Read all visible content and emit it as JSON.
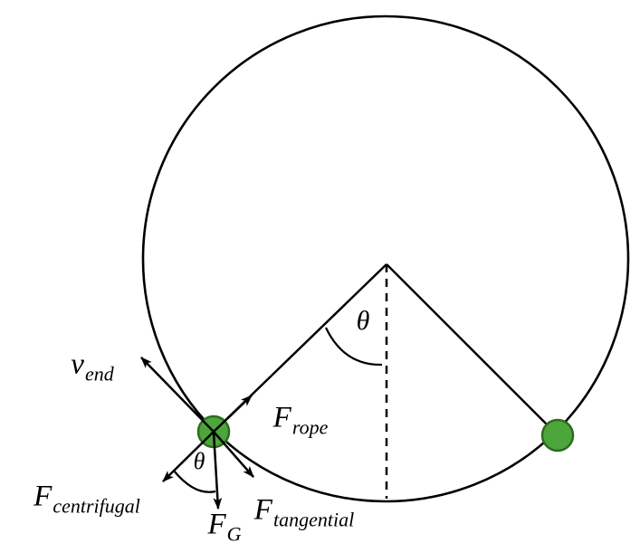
{
  "labels": {
    "v_end": {
      "main": "v",
      "sub": "end"
    },
    "F_rope": {
      "main": "F",
      "sub": "rope"
    },
    "F_centrifugal": {
      "main": "F",
      "sub": "centrifugal"
    },
    "F_G": {
      "main": "F",
      "sub": "G"
    },
    "F_tangential": {
      "main": "F",
      "sub": "tangential"
    },
    "theta_center": "θ",
    "theta_ball": "θ"
  },
  "colors": {
    "line": "#000000",
    "ball_fill": "#4CA63C",
    "ball_stroke": "#2E6B1E",
    "background": "#ffffff"
  }
}
